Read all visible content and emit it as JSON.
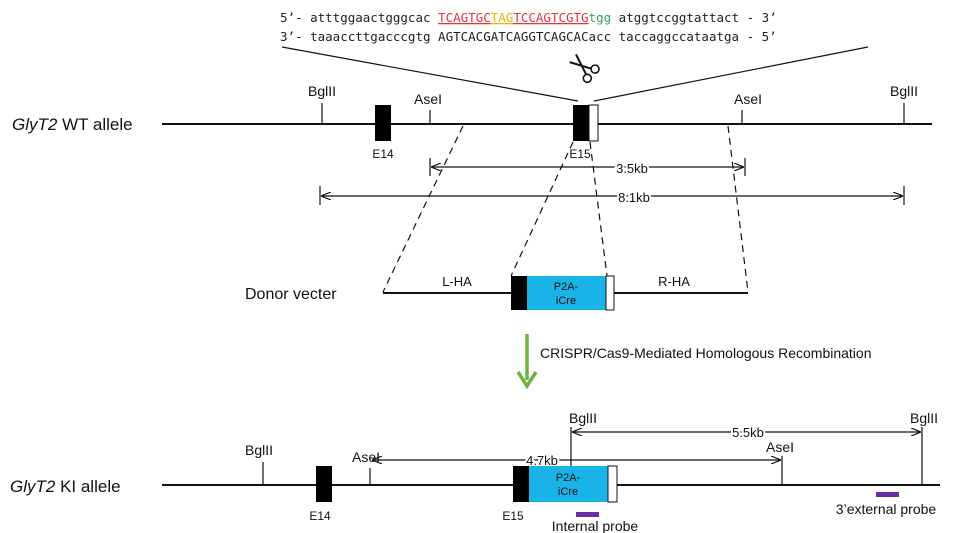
{
  "sequence": {
    "top_prefix": "5’- atttggaactgggcac ",
    "top_red1": "TCAGTGC",
    "top_yellow": "TAG",
    "top_red2": "TCCAGTCGTG",
    "top_green": "tgg",
    "top_suffix": " atggtccggtattact - 3’",
    "bottom": "3’- taaaccttgacccgtg AGTCACGATCAGGTCAGCACacc taccaggccataatga - 5’"
  },
  "wt": {
    "label_italic": "GlyT2",
    "label_rest": " WT allele",
    "bglii_left": "BglII",
    "asei_left": "AseI",
    "asei_right": "AseI",
    "bglii_right": "BglII",
    "e14": "E14",
    "e15": "E15",
    "dist_short": "3.5kb",
    "dist_long": "8.1kb"
  },
  "donor": {
    "label": "Donor vecter",
    "lha": "L-HA",
    "rha": "R-HA",
    "cassette_line1": "P2A-",
    "cassette_line2": "iCre"
  },
  "step": {
    "label": "CRISPR/Cas9-Mediated Homologous Recombination"
  },
  "ki": {
    "label_italic": "GlyT2",
    "label_rest": " KI allele",
    "bglii_left": "BglII",
    "asei_left": "AseI",
    "bglii_mid": "BglII",
    "asei_right": "AseI",
    "bglii_right": "BglII",
    "e14": "E14",
    "e15": "E15",
    "dist_mid": "4.7kb",
    "dist_right": "5.5kb",
    "cassette_line1": "P2A-",
    "cassette_line2": "iCre",
    "internal_probe": "Internal probe",
    "external_probe": "3’external probe"
  },
  "colors": {
    "seq_red": "#e8323c",
    "seq_yellow": "#f0b400",
    "seq_green": "#3aa15a",
    "cassette": "#1ab3e8",
    "arrow_green": "#6cb33f",
    "probe": "#6a2ea3",
    "exon": "#000000"
  },
  "icons": {
    "scissors": "scissors-icon"
  }
}
